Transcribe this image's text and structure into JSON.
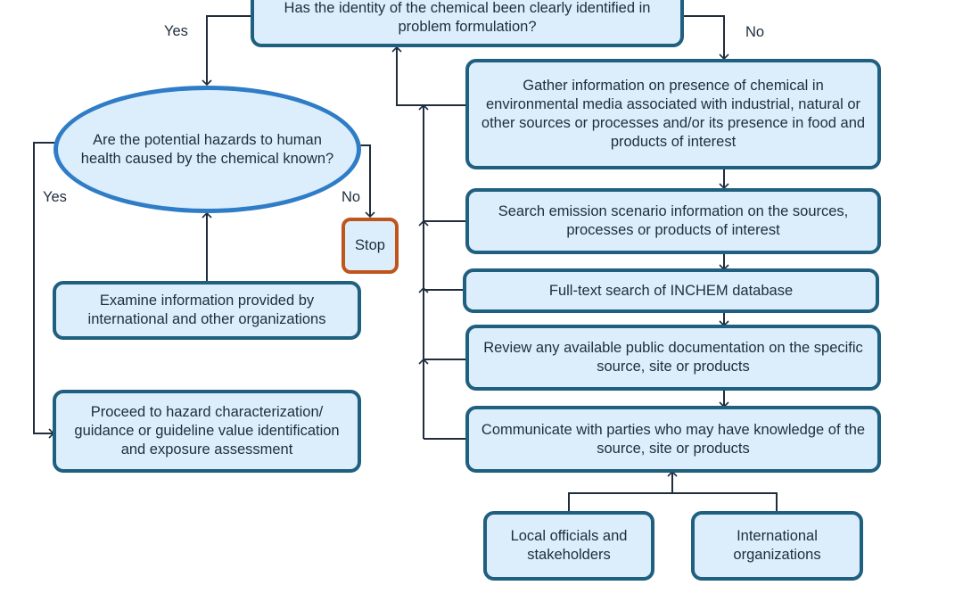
{
  "nodes": {
    "identity_question": "Has the identity of the chemical been clearly identified in problem formulation?",
    "hazards_question": "Are the potential hazards to human health caused by the chemical known?",
    "stop": "Stop",
    "examine_info": "Examine information provided by international and other organizations",
    "proceed": "Proceed to hazard characterization/ guidance or guideline value identification and exposure assessment",
    "gather_info": "Gather information on presence of chemical in environmental media associated with industrial, natural or other sources or processes and/or its presence in food and products of interest",
    "search_emission": "Search emission scenario information on the sources, processes or products of interest",
    "inchem_search": "Full-text search of INCHEM database",
    "review_docs": "Review any available public documentation on the specific source, site or products",
    "communicate": "Communicate with parties who may have knowledge of the source, site or products",
    "local_officials": "Local officials and stakeholders",
    "international_orgs": "International organizations"
  },
  "labels": {
    "yes_identity": "Yes",
    "no_identity": "No",
    "yes_hazards": "Yes",
    "no_hazards": "No"
  },
  "colors": {
    "box_fill": "#dceefb",
    "box_border": "#1f5f7f",
    "ellipse_border": "#2f7cc7",
    "stop_border": "#c0551c",
    "line": "#1f2d3d"
  }
}
